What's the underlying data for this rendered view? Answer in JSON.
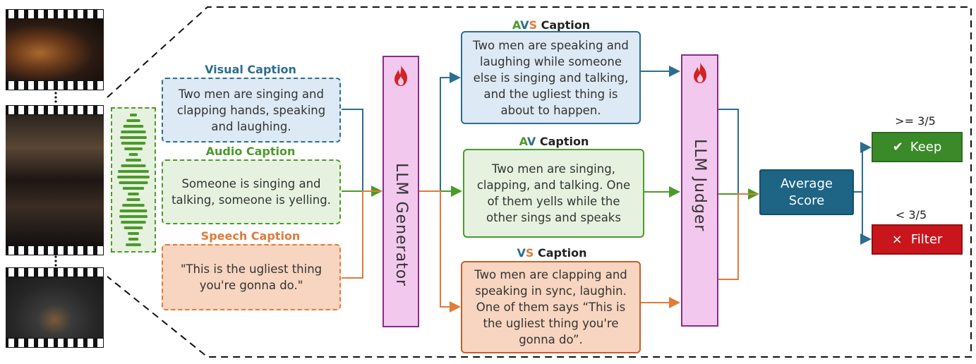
{
  "visual_caption": {
    "title": "Visual Caption",
    "text": "Two men are singing and clapping hands, speaking and laughing."
  },
  "audio_caption": {
    "title": "Audio Caption",
    "text": "Someone is singing and talking, someone is yelling."
  },
  "speech_caption": {
    "title": "Speech Caption",
    "text": "\"This is the ugliest thing you're gonna do.\""
  },
  "generator": {
    "label": "LLM Generator",
    "icon": "fire-icon"
  },
  "avs_caption": {
    "title_a": "A",
    "title_v": "V",
    "title_s": "S",
    "title_rest": " Caption",
    "text": "Two men are speaking and laughing while someone else is singing and talking, and the ugliest thing is about to happen."
  },
  "av_caption": {
    "title_a": "A",
    "title_v": "V",
    "title_rest": " Caption",
    "text": "Two men are singing, clapping, and talking. One of them yells while the other sings and speaks"
  },
  "vs_caption": {
    "title_v": "V",
    "title_s": "S",
    "title_rest": " Caption",
    "text": "Two men are clapping and speaking in sync, laughin. One of them says “This is the ugliest thing you're gonna do”."
  },
  "judger": {
    "label": "LLM Judger",
    "icon": "fire-icon"
  },
  "average_score": {
    "label": "Average Score"
  },
  "keep": {
    "threshold": ">= 3/5",
    "check": "✔",
    "label": "Keep"
  },
  "filter": {
    "threshold": "< 3/5",
    "cross": "×",
    "label": "Filter"
  },
  "colors": {
    "visual": "#2b6e8f",
    "audio": "#4c9a2a",
    "speech": "#e07b39",
    "llm_fill": "#f3c8ee",
    "llm_border": "#8a2b8a",
    "score_fill": "#1d6485",
    "keep_fill": "#3b8a29",
    "filter_fill": "#c9161c",
    "fire": "#d22222"
  }
}
